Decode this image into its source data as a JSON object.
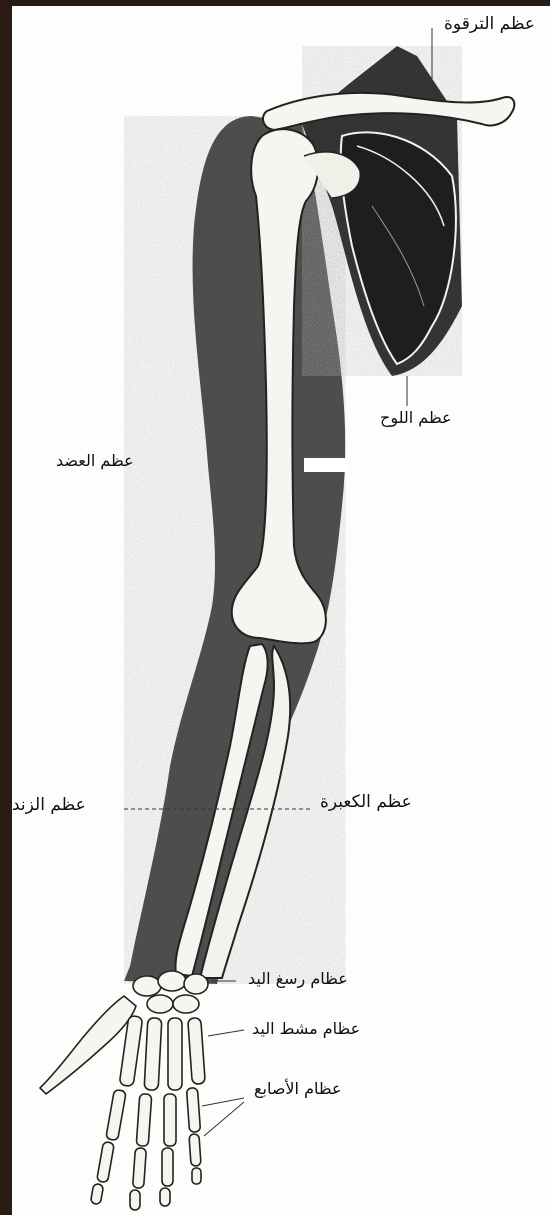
{
  "labels": {
    "clavicle": "عظم الترقوة",
    "scapula": "عظم اللوح",
    "humerus": "عظم العضد",
    "ulna": "عظم الزند",
    "radius": "عظم الكعبرة",
    "carpals": "عظام رسغ اليد",
    "metacarpals": "عظام مشط اليد",
    "phalanges": "عظام الأصابع"
  },
  "colors": {
    "frame": "#2a1a14",
    "paper": "#fdfdfb",
    "ink": "#111111",
    "bone": "#f6f5f0"
  }
}
